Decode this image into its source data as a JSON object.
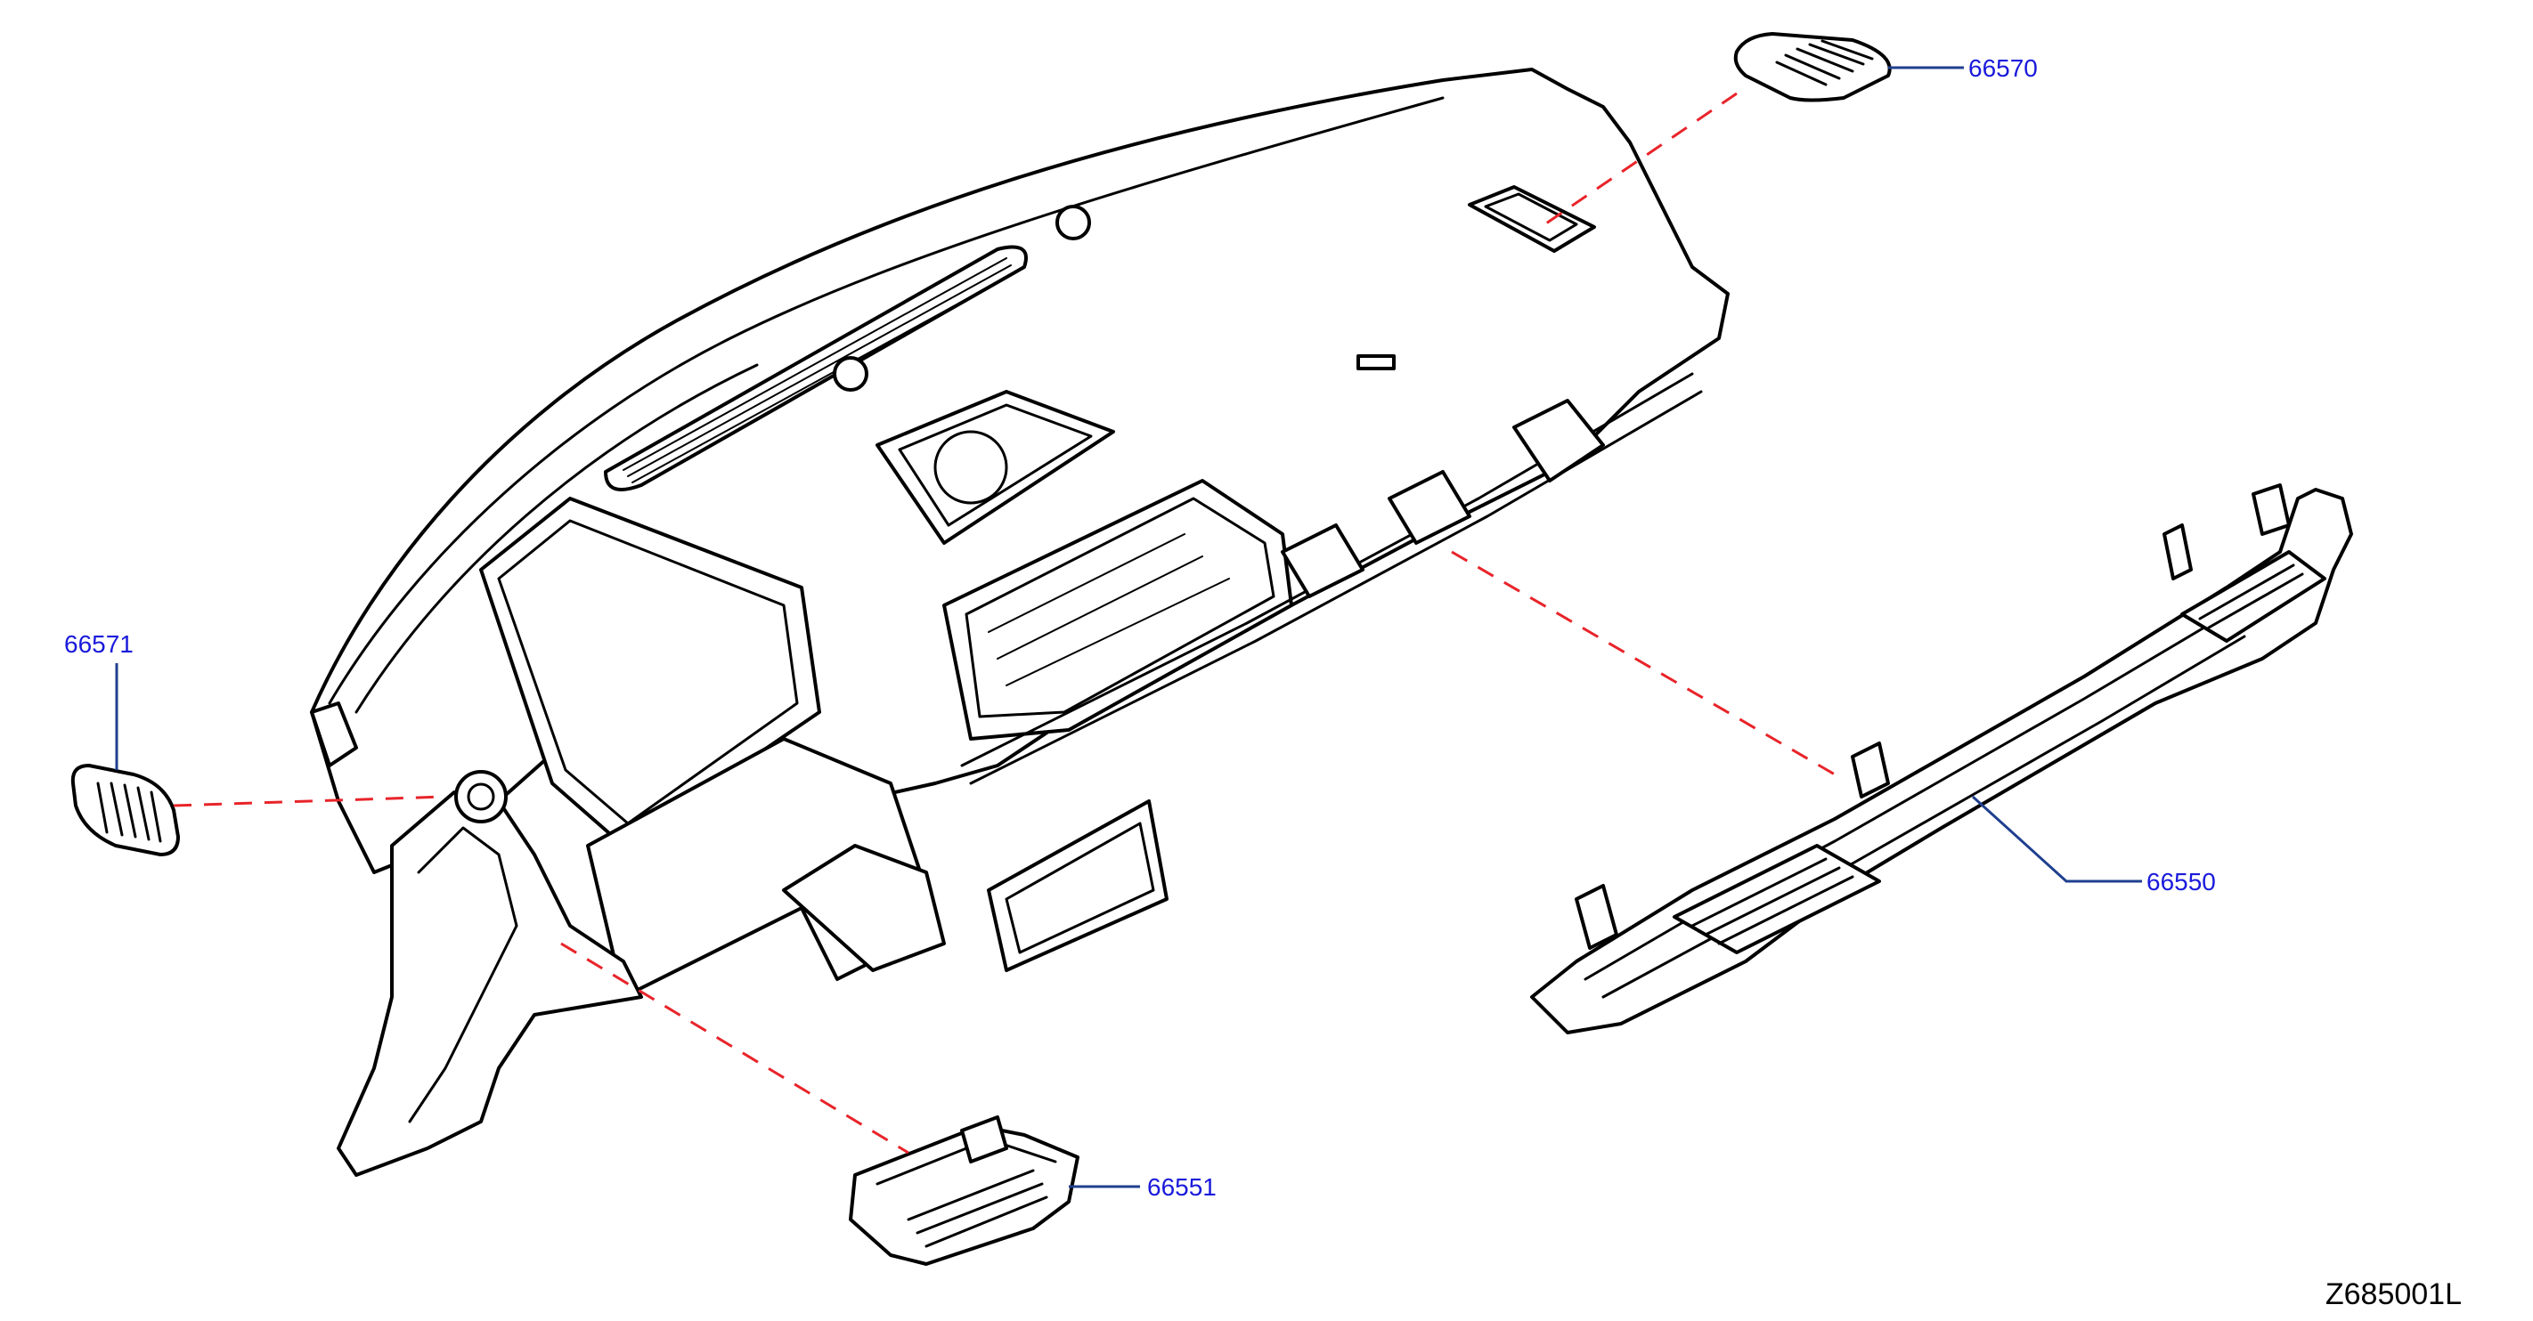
{
  "callouts": [
    {
      "id": "66570",
      "label": "66570"
    },
    {
      "id": "66571",
      "label": "66571"
    },
    {
      "id": "66550",
      "label": "66550"
    },
    {
      "id": "66551",
      "label": "66551"
    }
  ],
  "reference_code": "Z685001L",
  "colors": {
    "callout_text": "#1a1adb",
    "leader_line": "#1f3f8f",
    "dashed_line": "#e8242a",
    "outline": "#000000"
  }
}
